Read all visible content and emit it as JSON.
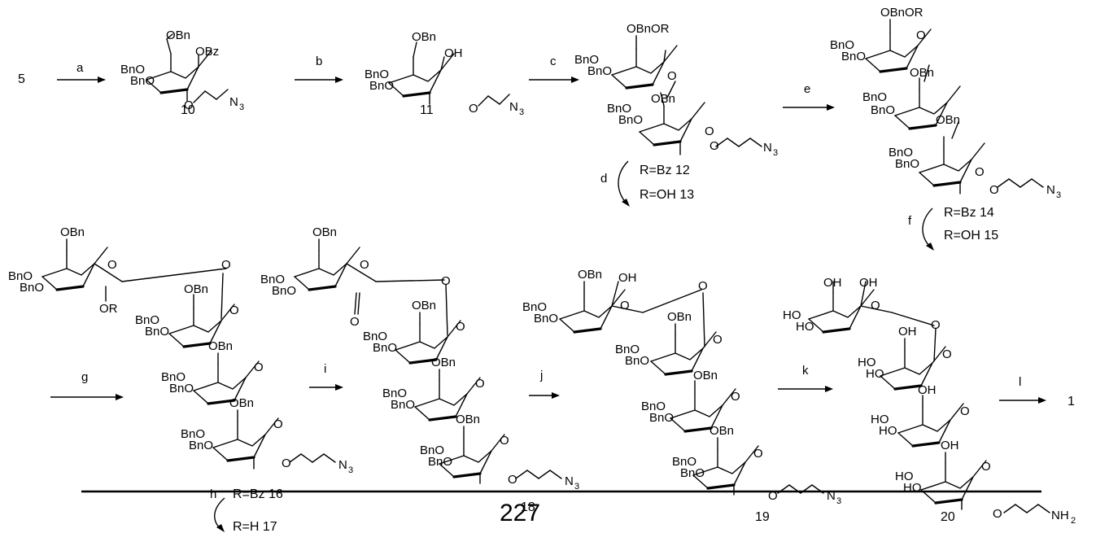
{
  "starting_material": "5",
  "product": "1",
  "page_number": "227",
  "steps": {
    "a": "a",
    "b": "b",
    "c": "c",
    "d": "d",
    "e": "e",
    "f": "f",
    "g": "g",
    "h": "h",
    "i": "i",
    "j": "j",
    "k": "k",
    "l": "l"
  },
  "compounds": {
    "c10": "10",
    "c11": "11",
    "c12": "R=Bz 12",
    "c13": "R=OH 13",
    "c14": "R=Bz 14",
    "c15": "R=OH 15",
    "c16": "R=Bz 16",
    "c17": "R=H 17",
    "c18": "18",
    "c19": "19",
    "c20": "20"
  },
  "groups": {
    "OBn": "OBn",
    "BnO": "BnO",
    "OBz": "OBz",
    "OH": "OH",
    "HO": "HO",
    "OR": "OR",
    "OBnOR": "OBnOR",
    "O": "O",
    "N": "N",
    "N3_sub": "3",
    "NH": "NH",
    "NH2_sub": "2"
  }
}
